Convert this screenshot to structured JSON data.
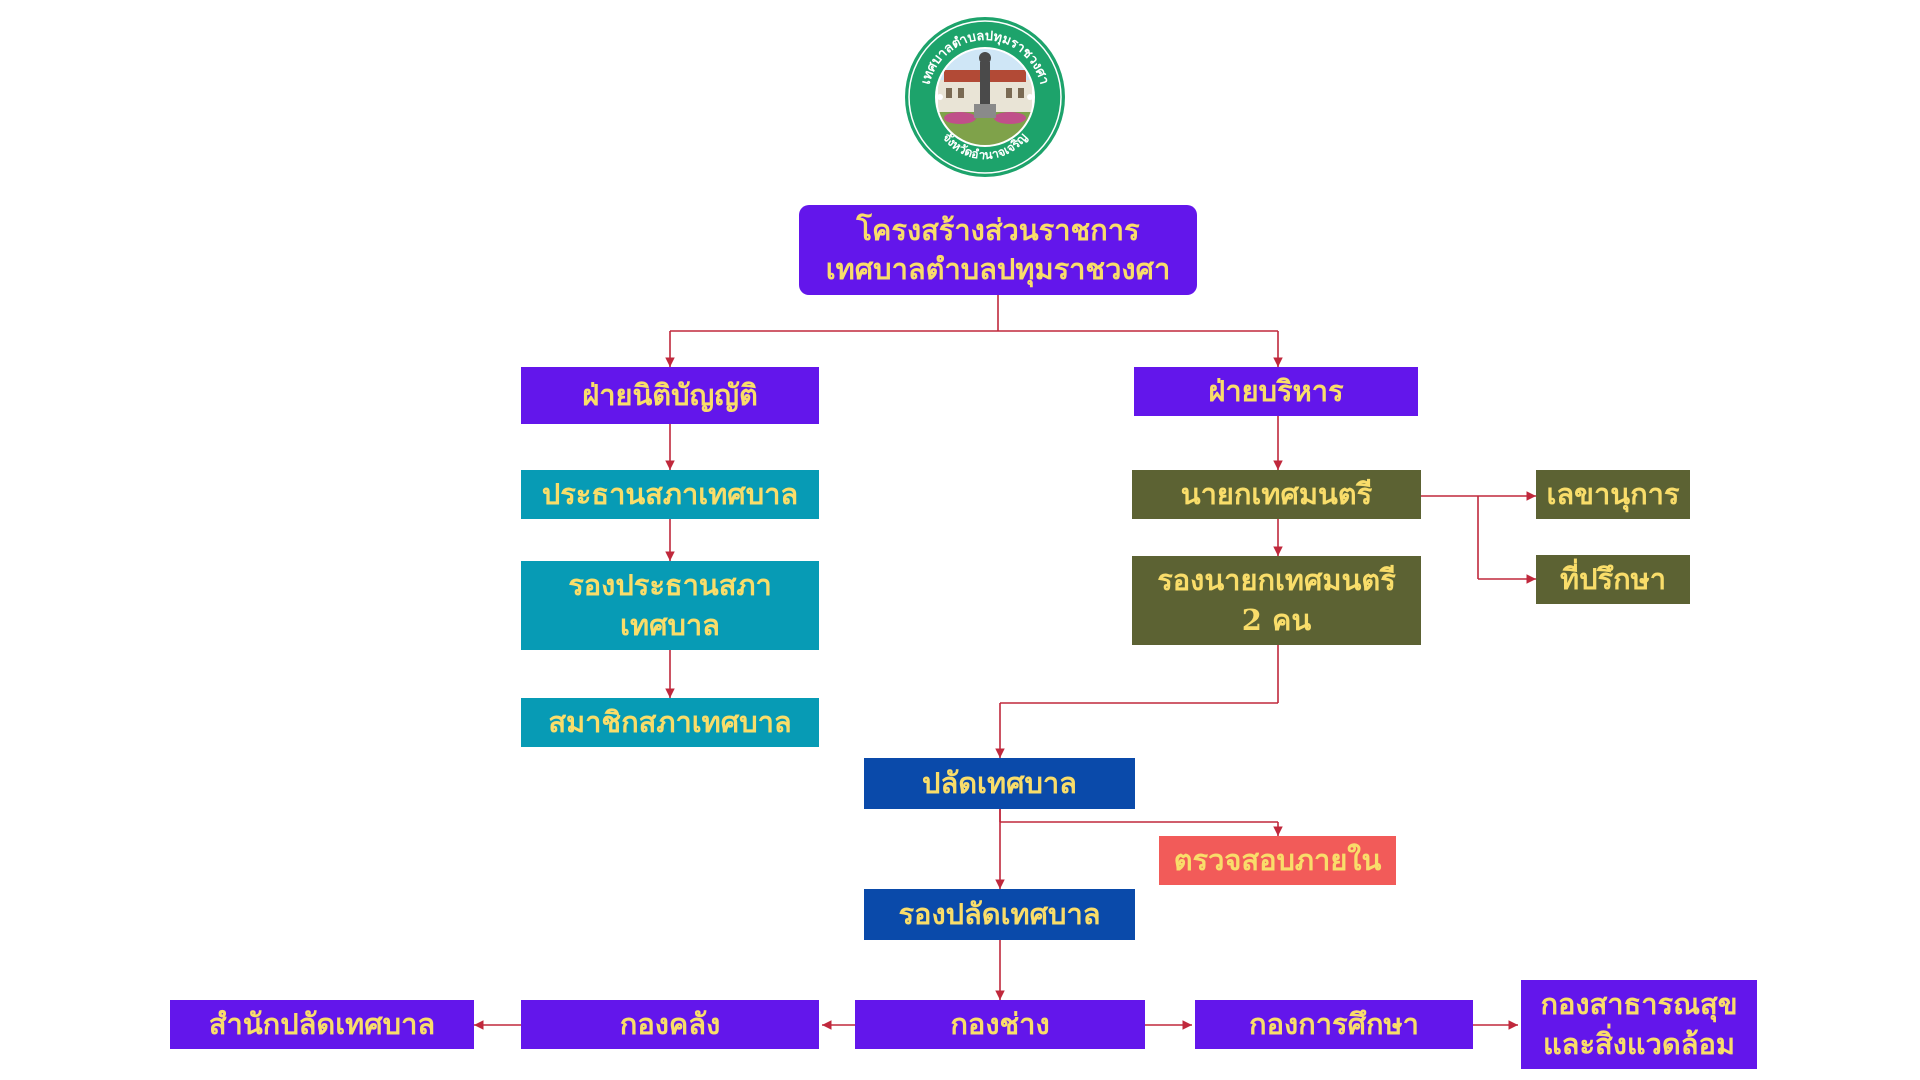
{
  "logo": {
    "ring_text_top": "เทศบาลตำบลปทุมราชวงศา",
    "ring_text_bottom": "จังหวัดอำนาจเจริญ",
    "ring_color": "#1da36b"
  },
  "chart": {
    "title_line1": "โครงสร้างส่วนราชการ",
    "title_line2": "เทศบาลตำบลปทุมราชวงศา"
  },
  "legislative": {
    "head": "ฝ่ายนิติบัญญัติ",
    "chair": "ประธานสภาเทศบาล",
    "vice_chair_line1": "รองประธานสภา",
    "vice_chair_line2": "เทศบาล",
    "members": "สมาชิกสภาเทศบาล"
  },
  "executive": {
    "head": "ฝ่ายบริหาร",
    "mayor": "นายกเทศมนตรี",
    "deputy_line1": "รองนายกเทศมนตรี",
    "deputy_line2": "2 คน",
    "secretary": "เลขานุการ",
    "advisor": "ที่ปรึกษา"
  },
  "administration": {
    "clerk": "ปลัดเทศบาล",
    "audit": "ตรวจสอบภายใน",
    "deputy_clerk": "รองปลัดเทศบาล"
  },
  "divisions": {
    "clerk_office": "สำนักปลัดเทศบาล",
    "finance": "กองคลัง",
    "engineering": "กองช่าง",
    "education": "กองการศึกษา",
    "health_line1": "กองสาธารณสุข",
    "health_line2": "และสิ่งแวดล้อม"
  },
  "colors": {
    "purple": "#6316eb",
    "teal": "#079bb5",
    "olive": "#5c6233",
    "blue": "#0a4aaa",
    "red": "#f25b59",
    "text": "#f9dd6a",
    "connector": "#c0283c"
  }
}
